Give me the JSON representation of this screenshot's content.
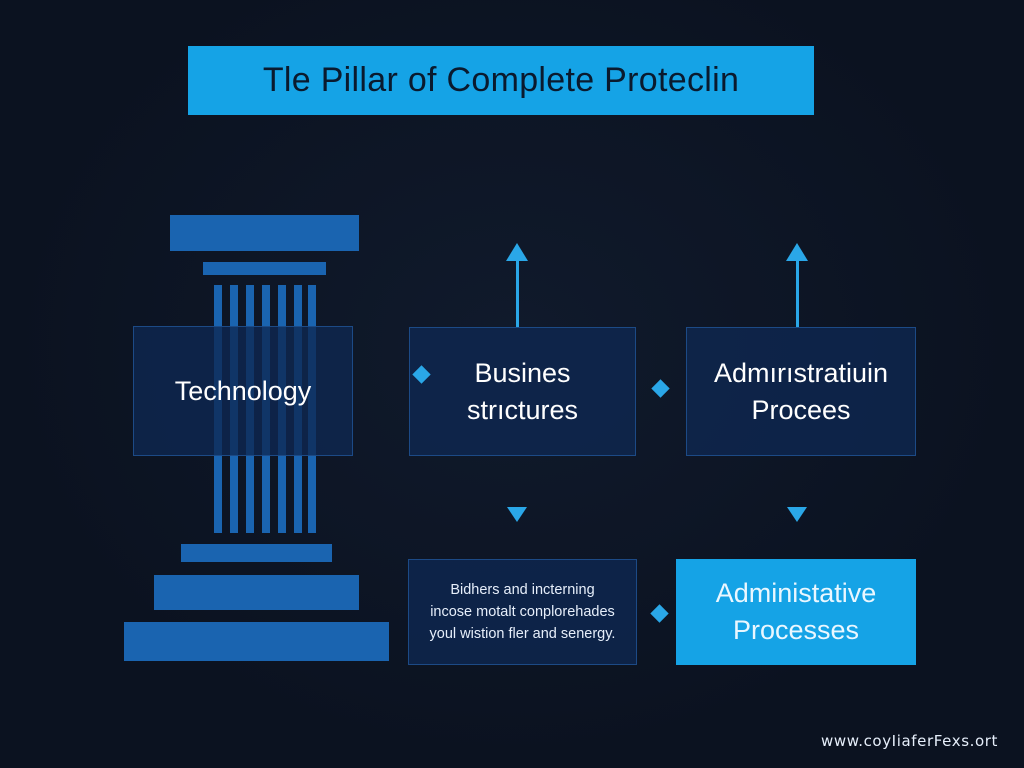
{
  "title": "Tle Pillar of Complete Proteclin",
  "nodes": {
    "technology": "Technology",
    "business": "Busines\nstrıctures",
    "admin_top": "Admırıstratiuin\nProcees",
    "note": "Bidhers and incterning\nincose motalt conplorehades\nyoul wistion fler and senergy.",
    "admin_bottom": "Administative\nProcesses"
  },
  "footer": "www.coyIiaferFexs.ort",
  "colors": {
    "background": "#0b1220",
    "accent": "#15a3e6",
    "pillar": "#1a64b0",
    "box_fill": "#0e2852",
    "box_border": "#1c4a86"
  },
  "icons": [
    "pillar-icon",
    "arrow-up-icon",
    "arrow-down-icon",
    "diamond-connector-icon"
  ]
}
